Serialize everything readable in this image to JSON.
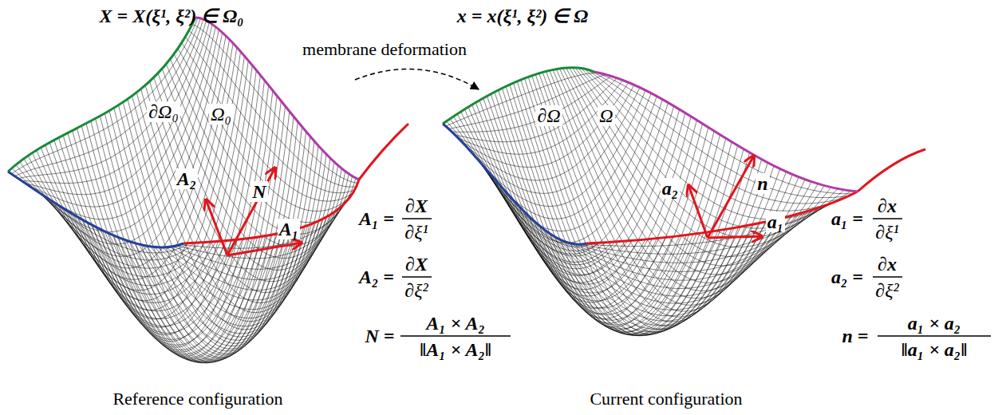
{
  "diagram": {
    "labels": [
      "X = X(ξ¹, ξ²) ∈ Ω₀",
      "x = x(ξ¹, ξ²) ∈ Ω",
      "membrane deformation",
      "∂Ω₀",
      "Ω₀",
      "∂Ω",
      "Ω",
      "A₂",
      "N",
      "A₁",
      "a₂",
      "n",
      "a₁",
      "A₁ =",
      "∂X",
      "∂ξ¹",
      "A₂ =",
      "∂X",
      "∂ξ²",
      "N =",
      "A₁ × A₂",
      "‖A₁ × A₂‖",
      "a₁ =",
      "∂x",
      "∂ξ¹",
      "a₂ =",
      "∂x",
      "∂ξ²",
      "n =",
      "a₁ × a₂",
      "‖a₁ × a₂‖",
      "Reference configuration",
      "Current configuration"
    ]
  }
}
